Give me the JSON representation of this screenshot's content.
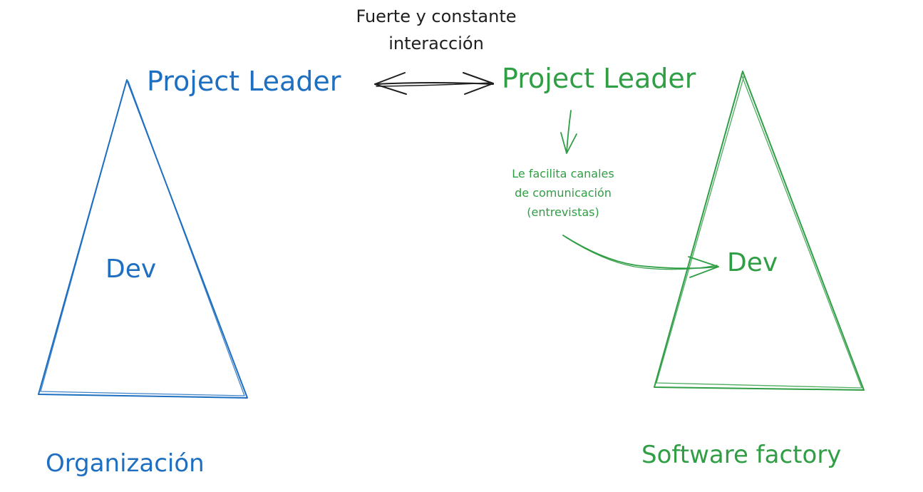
{
  "colors": {
    "organization": "#1f6fc1",
    "factory": "#2f9e44",
    "neutral": "#1e1e1e",
    "background": "#ffffff"
  },
  "interaction_note": {
    "line1": "Fuerte y constante",
    "line2": "interacción"
  },
  "organization": {
    "leader_label": "Project Leader",
    "dev_label": "Dev",
    "name": "Organización"
  },
  "factory": {
    "leader_label": "Project Leader",
    "dev_label": "Dev",
    "name": "Software factory",
    "channel_note": {
      "line1": "Le facilita canales",
      "line2": "de comunicación",
      "line3": "(entrevistas)"
    }
  }
}
